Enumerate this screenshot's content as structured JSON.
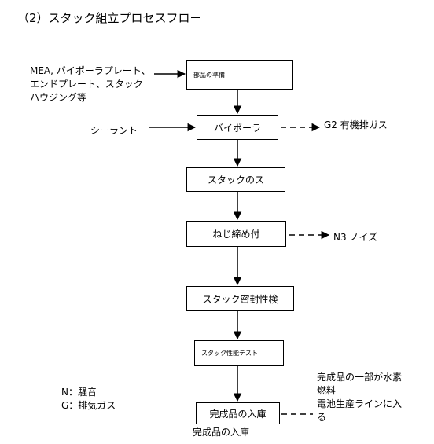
{
  "title": "（2）スタック組立プロセスフロー",
  "inputs": {
    "materials": [
      "MEA, バイポーラプレート、",
      "エンドプレート、スタック",
      "ハウジング等"
    ],
    "sealant": "シーラント"
  },
  "steps": [
    "部品の準備",
    "バイポーラ",
    "スタックのス",
    "ねじ締め付",
    "スタック密封性検",
    "スタック性能テスト",
    "完成品の入庫"
  ],
  "step_caption": "完成品の入庫",
  "outputs": {
    "g2": "G2 有機排ガス",
    "n3": "N3 ノイズ",
    "product": [
      "完成品の一部が水素",
      "燃料",
      "電池生産ラインに入",
      "る"
    ]
  },
  "legend": {
    "n": "N：騒音",
    "g": "G：排気ガス"
  },
  "colors": {
    "line": "#000000"
  }
}
